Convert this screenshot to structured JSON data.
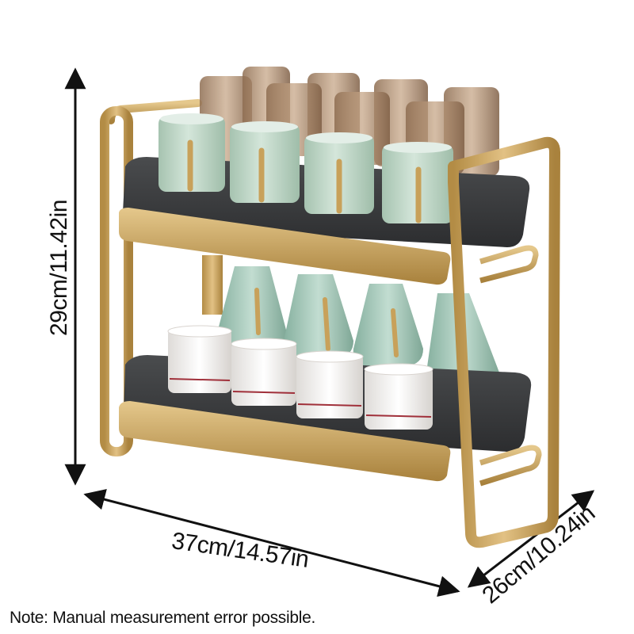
{
  "dimensions": {
    "height": "29cm/11.42in",
    "width": "37cm/14.57in",
    "depth": "26cm/10.24in"
  },
  "note": "Note: Manual measurement error possible.",
  "colors": {
    "frame_gold": "#c9a45e",
    "tray_dark": "#3a3c3e",
    "mug_green": "#b9d2c2",
    "glass_amber": "#a9886a",
    "vase_green": "#9ec6b6",
    "cup_white": "#f2f0ee",
    "arrow": "#111111"
  }
}
